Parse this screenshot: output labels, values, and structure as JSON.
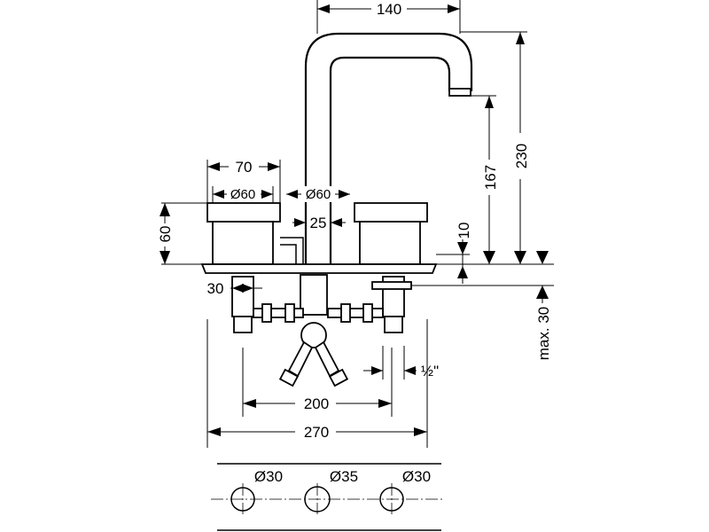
{
  "dimensions": {
    "spout_reach": "140",
    "spout_height": "230",
    "outlet_height": "167",
    "handle_width": "70",
    "handle_diameter": "Ø60",
    "spout_diameter": "Ø60",
    "handle_offset": "25",
    "handle_height": "60",
    "outlet_above_deck": "10",
    "valve_body_offset": "30",
    "max_deck_thickness": "max. 30",
    "connection_size": "½\"",
    "center_spacing": "200",
    "overall_width": "270",
    "hole_left": "Ø30",
    "hole_center": "Ø35",
    "hole_right": "Ø30"
  }
}
